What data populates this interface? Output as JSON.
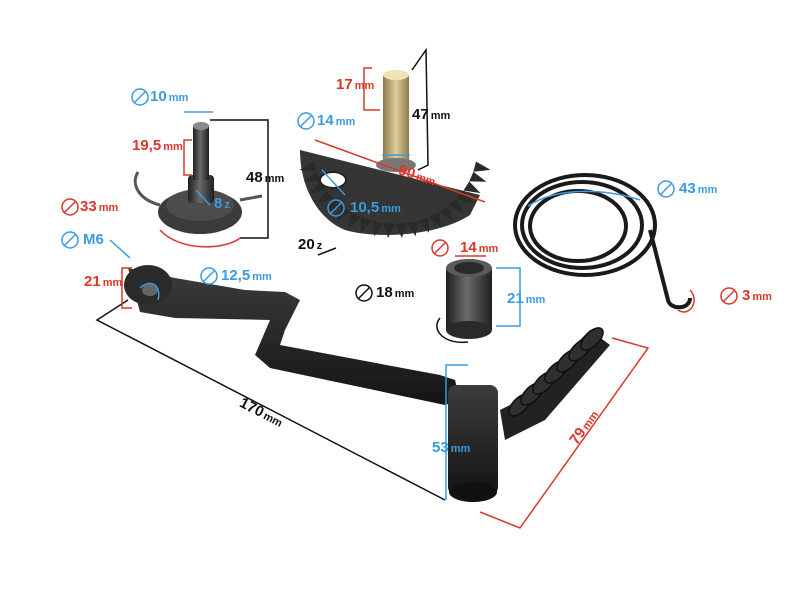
{
  "colors": {
    "red": "#d9382a",
    "blue": "#3a9be0",
    "black": "#111111",
    "metal_dark": "#2b2b2b",
    "brass": "#c9b27a"
  },
  "labels": {
    "gear_shaft_diameter": {
      "value": "10",
      "unit": "mm"
    },
    "gear_shaft_length": {
      "value": "19,5",
      "unit": "mm"
    },
    "gear_total_height": {
      "value": "48",
      "unit": "mm"
    },
    "gear_teeth": {
      "value": "8",
      "unit": "z"
    },
    "gear_outer_diameter": {
      "value": "33",
      "unit": "mm"
    },
    "sector_spline_length": {
      "value": "17",
      "unit": "mm"
    },
    "sector_shaft_diameter": {
      "value": "14",
      "unit": "mm"
    },
    "sector_shaft_length": {
      "value": "47",
      "unit": "mm"
    },
    "sector_width": {
      "value": "90",
      "unit": "mm"
    },
    "sector_hole_diameter": {
      "value": "10,5",
      "unit": "mm"
    },
    "sector_teeth": {
      "value": "20",
      "unit": "z"
    },
    "spring_diameter": {
      "value": "43",
      "unit": "mm"
    },
    "spring_wire": {
      "value": "3",
      "unit": "mm"
    },
    "bushing_inner": {
      "value": "14",
      "unit": "mm"
    },
    "bushing_outer": {
      "value": "18",
      "unit": "mm"
    },
    "bushing_length": {
      "value": "21",
      "unit": "mm"
    },
    "lever_thread": {
      "value": "M6",
      "unit": ""
    },
    "lever_eye_width": {
      "value": "21",
      "unit": "mm"
    },
    "lever_bore": {
      "value": "12,5",
      "unit": "mm"
    },
    "lever_length": {
      "value": "170",
      "unit": "mm"
    },
    "lever_hub_height": {
      "value": "53",
      "unit": "mm"
    },
    "pedal_length": {
      "value": "79",
      "unit": "mm"
    }
  }
}
